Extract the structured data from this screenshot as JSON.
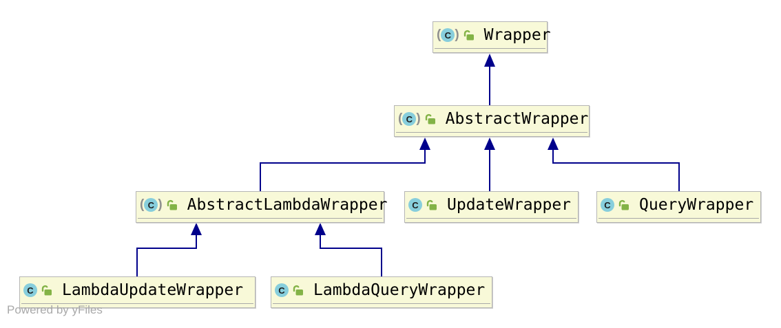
{
  "watermark": "Powered by yFiles",
  "colors": {
    "node_fill": "#F8F9D8",
    "node_border": "#B5B5B5",
    "edge": "#00008B",
    "class_icon_fill": "#87CEDC",
    "lock_icon_green": "#83B347",
    "watermark_gray": "#A9A9A9"
  },
  "nodes": [
    {
      "name": "Wrapper",
      "kind": "abstract class",
      "icon": "abstract-class-icon",
      "lock": "open"
    },
    {
      "name": "AbstractWrapper",
      "kind": "abstract class",
      "icon": "abstract-class-icon",
      "lock": "open"
    },
    {
      "name": "AbstractLambdaWrapper",
      "kind": "abstract class",
      "icon": "abstract-class-icon",
      "lock": "open"
    },
    {
      "name": "UpdateWrapper",
      "kind": "class",
      "icon": "class-icon",
      "lock": "open"
    },
    {
      "name": "QueryWrapper",
      "kind": "class",
      "icon": "class-icon",
      "lock": "open"
    },
    {
      "name": "LambdaUpdateWrapper",
      "kind": "class",
      "icon": "class-icon",
      "lock": "open"
    },
    {
      "name": "LambdaQueryWrapper",
      "kind": "class",
      "icon": "class-icon",
      "lock": "open"
    }
  ],
  "edges": [
    {
      "from": "AbstractWrapper",
      "to": "Wrapper",
      "type": "inheritance"
    },
    {
      "from": "AbstractLambdaWrapper",
      "to": "AbstractWrapper",
      "type": "inheritance"
    },
    {
      "from": "UpdateWrapper",
      "to": "AbstractWrapper",
      "type": "inheritance"
    },
    {
      "from": "QueryWrapper",
      "to": "AbstractWrapper",
      "type": "inheritance"
    },
    {
      "from": "LambdaUpdateWrapper",
      "to": "AbstractLambdaWrapper",
      "type": "inheritance"
    },
    {
      "from": "LambdaQueryWrapper",
      "to": "AbstractLambdaWrapper",
      "type": "inheritance"
    }
  ]
}
